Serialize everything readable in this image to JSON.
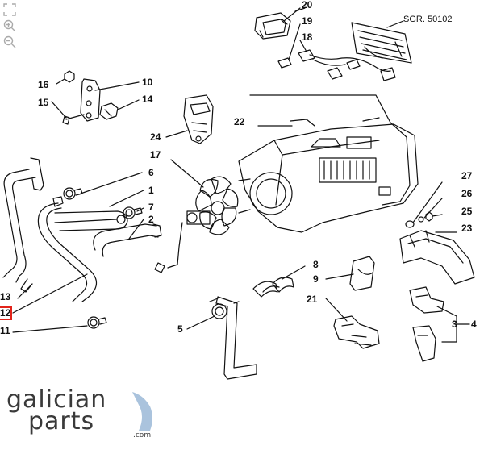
{
  "toolbar": {
    "icons": [
      "expand-icon",
      "zoom-in-icon",
      "zoom-out-icon"
    ]
  },
  "callouts": [
    "1",
    "2",
    "3",
    "4",
    "5",
    "6",
    "7",
    "8",
    "9",
    "10",
    "11",
    "12",
    "13",
    "14",
    "15",
    "16",
    "17",
    "18",
    "19",
    "20",
    "21",
    "22",
    "23",
    "24",
    "25",
    "26",
    "27"
  ],
  "reference_code": "SGR. 50102",
  "highlighted_callout": "12",
  "brand": {
    "line1": "galician",
    "line2": "parts",
    "tld": ".com",
    "color": "#3a3a3a",
    "accent": "#aac3dd"
  },
  "colors": {
    "line": "#111111",
    "highlight": "#e2231a"
  }
}
